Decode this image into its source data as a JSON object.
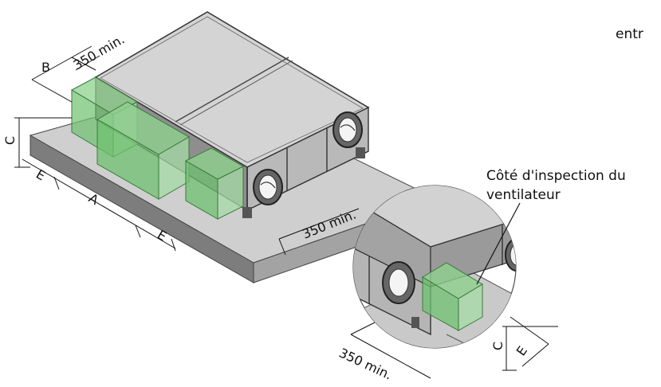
{
  "labels": {
    "top_right_partial": "entr",
    "callout_line1": "Côté d'inspection du",
    "callout_line2": "ventilateur",
    "dim_b": "B",
    "dim_350_top": "350 min.",
    "dim_c": "C",
    "dim_e_left": "E",
    "dim_a": "A",
    "dim_e_front": "E",
    "dim_350_front": "350 min.",
    "dim_350_detail": "350 min.",
    "dim_c_detail": "C",
    "dim_e_detail": "E"
  },
  "colors": {
    "clearance_zone": "#8fd18f",
    "slab": "#c9c9c9",
    "unit_top": "#d6d6d6",
    "unit_side": "#9c9c9c"
  }
}
